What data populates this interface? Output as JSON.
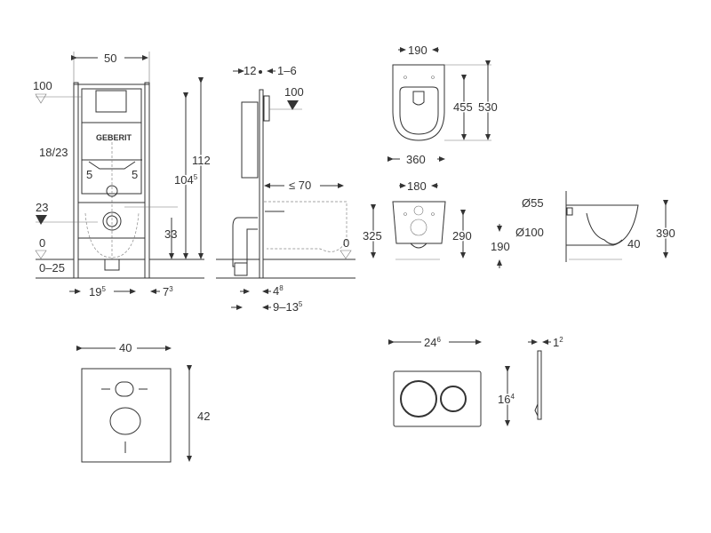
{
  "front_view": {
    "width": "50",
    "level_top": "100",
    "flush_valve": "18/23",
    "offset_left": "5",
    "offset_right": "5",
    "level_supply": "23",
    "level_floor": "0",
    "floor_adjust": "0–25",
    "drain_height": "33",
    "height_inner": {
      "main": "104",
      "sup": "5"
    },
    "height_total": "112",
    "foot_offset": {
      "main": "19",
      "sup": "5"
    },
    "foot_width": {
      "main": "7",
      "sup": "3"
    },
    "brand_logo": "GEBERIT"
  },
  "side_view": {
    "depth": "12",
    "panel_gap": "1–6",
    "level_top": "100",
    "max_projection": "≤ 70",
    "level_floor": "0",
    "foot_depth": {
      "main": "4",
      "sup": "8"
    },
    "wall_gap": {
      "main": "9–13",
      "sup": "5"
    }
  },
  "toilet_top_view": {
    "hole_spacing": "190",
    "seat_length": "455",
    "total_length": "530",
    "width": "360"
  },
  "toilet_front_view": {
    "hole_spacing": "180",
    "height_outer": "325",
    "height_inner": "290"
  },
  "toilet_side_view": {
    "inlet_diameter": "Ø55",
    "outlet_diameter": "Ø100",
    "outlet_height": "190",
    "rim_offset": "40",
    "total_height": "390"
  },
  "sound_pad": {
    "width": "40",
    "height": "42"
  },
  "flush_plate": {
    "width": {
      "main": "24",
      "sup": "6"
    },
    "height": {
      "main": "16",
      "sup": "4"
    },
    "thickness": {
      "main": "1",
      "sup": "2"
    }
  }
}
